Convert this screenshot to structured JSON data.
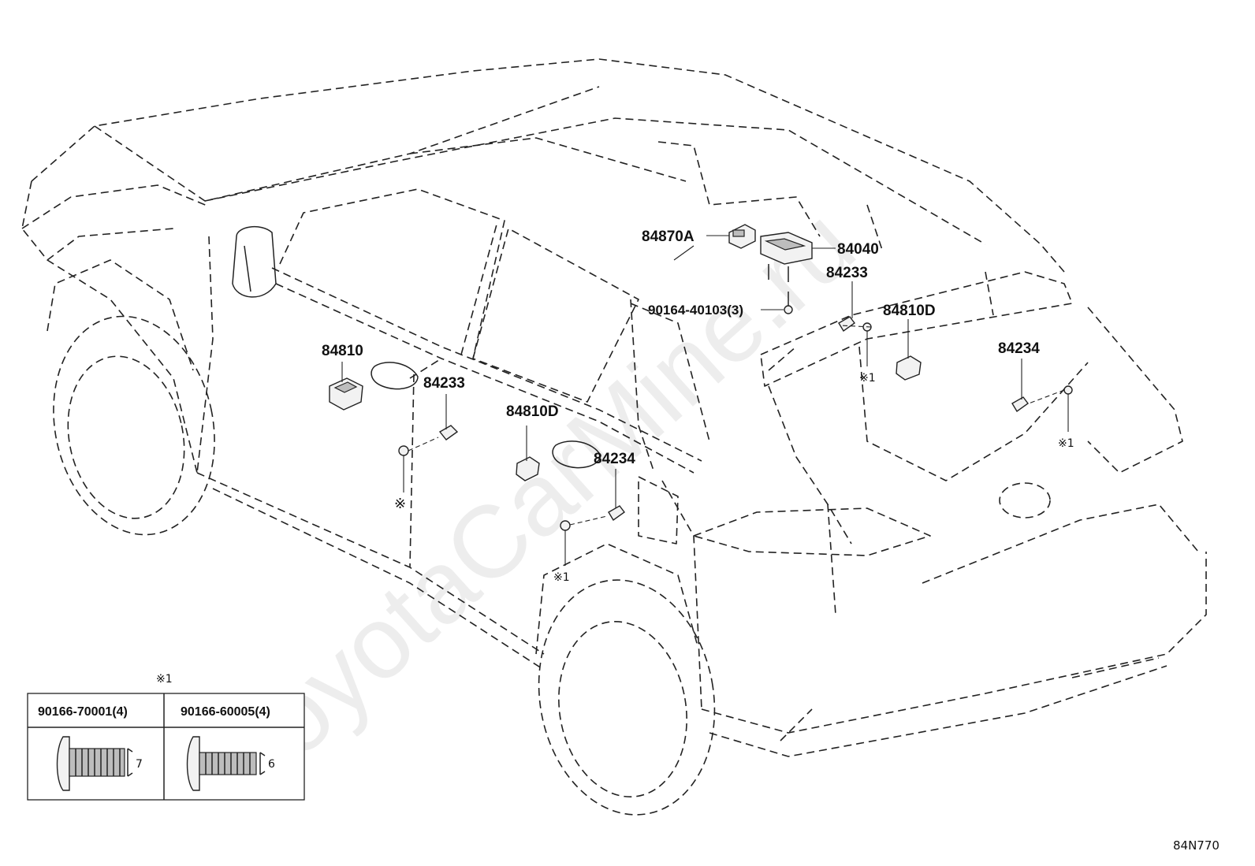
{
  "watermark": "ToyotaCarMine.ru",
  "diagram_code": "84N770",
  "callouts": {
    "p84870A": "84870A",
    "p84040": "84040",
    "p84233_top": "84233",
    "p90164": "90164-40103(3)",
    "p84810D_top": "84810D",
    "p84810": "84810",
    "p84233_mid": "84233",
    "p84810D_mid": "84810D",
    "p84234_mid": "84234",
    "p84234_right": "84234",
    "note_mid": "※",
    "note_top": "※1",
    "note_right": "※1",
    "note_bottom": "※1"
  },
  "legend": {
    "marker": "※1",
    "col1_header": "90166-70001(4)",
    "col2_header": "90166-60005(4)",
    "col1_dim": "7",
    "col2_dim": "6"
  }
}
